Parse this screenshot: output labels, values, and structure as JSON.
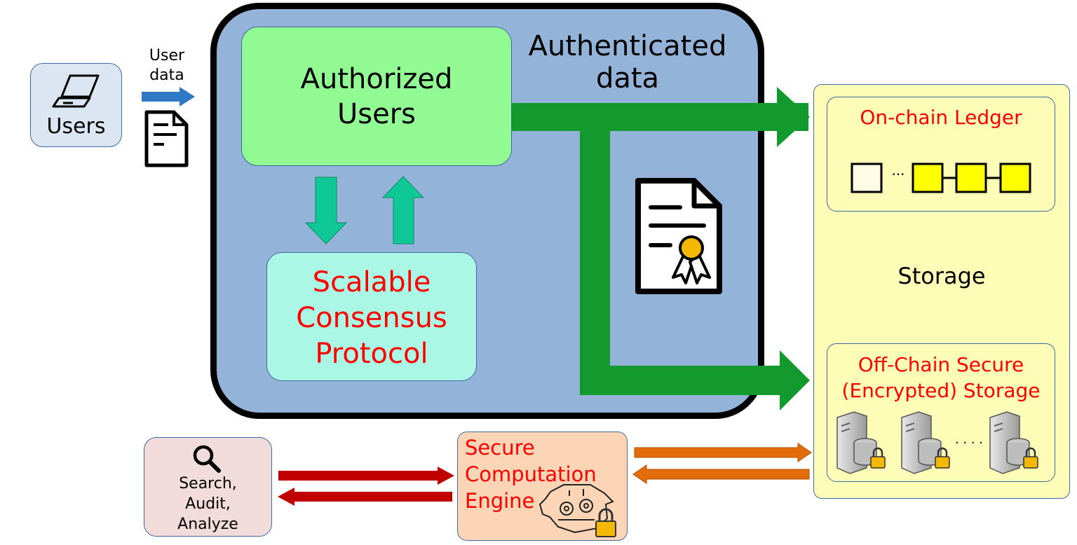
{
  "users": {
    "label": "Users"
  },
  "user_data": {
    "line1": "User",
    "line2": "data"
  },
  "auth_data": {
    "line1": "Authenticated",
    "line2": "data"
  },
  "authorized": {
    "line1": "Authorized",
    "line2": "Users"
  },
  "consensus": {
    "line1": "Scalable",
    "line2": "Consensus",
    "line3": "Protocol"
  },
  "storage": {
    "label": "Storage",
    "onchain": {
      "title": "On-chain Ledger",
      "ellipsis": "···"
    },
    "offchain": {
      "line1": "Off-Chain Secure",
      "line2": "(Encrypted) Storage",
      "ellipsis": "· · · ·"
    }
  },
  "search": {
    "line1": "Search,",
    "line2": "Audit,",
    "line3": "Analyze"
  },
  "engine": {
    "line1": "Secure",
    "line2": "Computation",
    "line3": "Engine"
  },
  "colors": {
    "main_bg": "#94b3d8",
    "authorized_bg": "#92fa92",
    "consensus_bg": "#aaf7e6",
    "storage_bg": "#fdfdb8",
    "users_bg": "#dce6f2",
    "search_bg": "#f2dcdb",
    "engine_bg": "#fbd5b5",
    "green_arrow": "#139a2e",
    "teal_arrow": "#10c895",
    "blue_arrow": "#2f78c4",
    "red_arrow": "#c00000",
    "orange_arrow": "#e36c0a",
    "red_text": "#ff0000"
  }
}
